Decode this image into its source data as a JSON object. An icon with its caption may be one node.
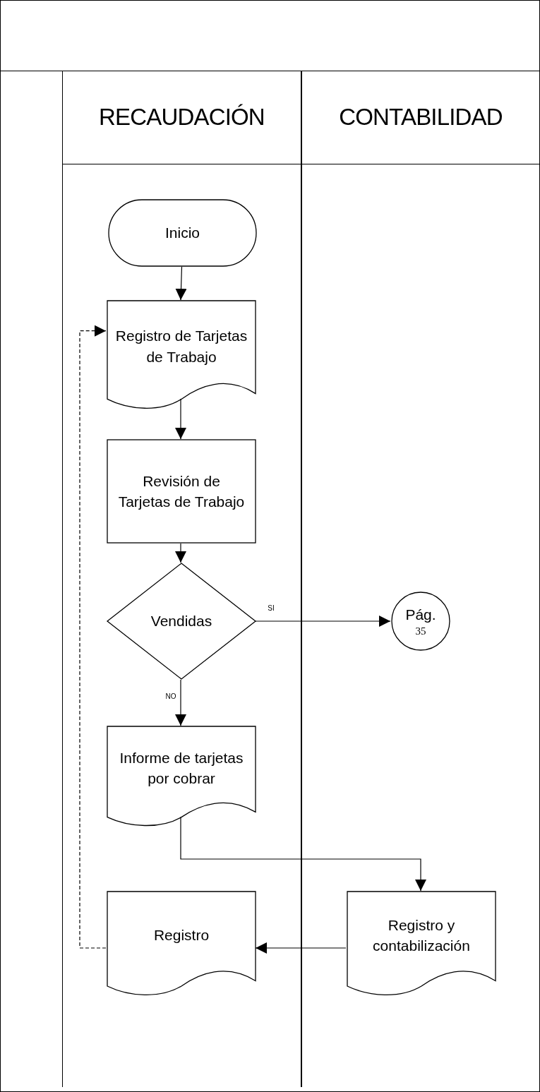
{
  "diagram": {
    "nodes": [
      {
        "text": [
          "RECAUDACIÓN"
        ]
      },
      {
        "text": [
          "CONTABILIDAD"
        ]
      },
      {
        "text": [
          "Inicio"
        ],
        "in": 0
      },
      {
        "text": [
          "Registro de Tarjetas de Trabajo"
        ],
        "in": 0
      },
      {
        "text": [
          "Revisión de Tarjetas de Trabajo"
        ],
        "in": 0
      },
      {
        "text": [
          "Vendidas"
        ],
        "in": 0
      },
      {
        "text": [
          "Pág.",
          "35"
        ],
        "in": 1
      },
      {
        "text": [
          "Informe de tarjetas por cobrar"
        ],
        "in": 0
      },
      {
        "text": [
          "Registro y contabilización"
        ],
        "in": 1
      },
      {
        "text": [
          "Registro"
        ],
        "in": 0
      }
    ],
    "edges": [
      {
        "from": 2,
        "to": 3,
        "arrow": "to"
      },
      {
        "from": 3,
        "to": 4,
        "arrow": "to"
      },
      {
        "from": 4,
        "to": 5,
        "arrow": "to"
      },
      {
        "from": 5,
        "to": 6,
        "arrow": "to",
        "label": "SI"
      },
      {
        "from": 5,
        "to": 7,
        "arrow": "to",
        "label": "NO"
      },
      {
        "from": 7,
        "to": 8,
        "arrow": "to"
      },
      {
        "from": 8,
        "to": 9,
        "arrow": "to"
      },
      {
        "from": 9,
        "to": 3,
        "arrow": "to",
        "style": "dashed"
      }
    ]
  }
}
